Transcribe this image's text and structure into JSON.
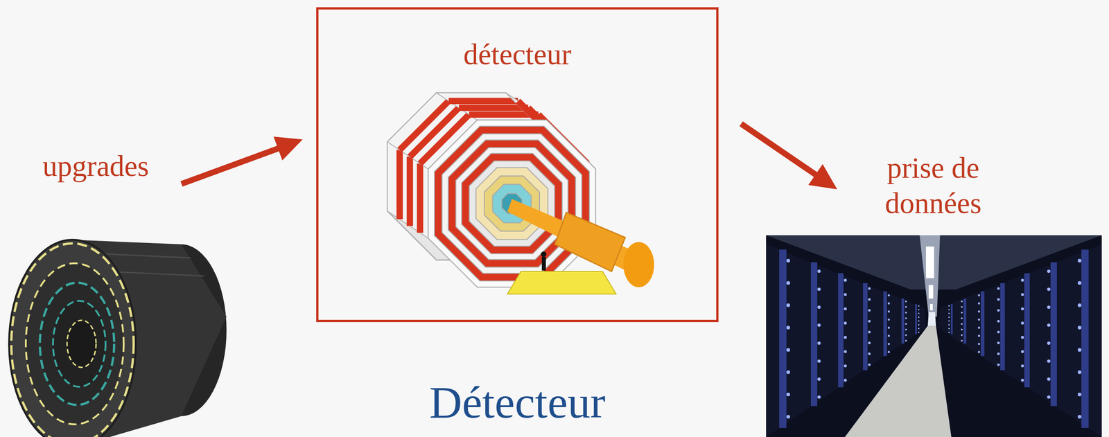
{
  "diagram": {
    "title": "Détecteur",
    "nodes": [
      {
        "text": [
          "upgrades"
        ]
      },
      {
        "text": [
          "détecteur"
        ]
      },
      {
        "text": [
          "prise de données"
        ]
      }
    ],
    "edges": [
      {
        "from": 0,
        "to": 1,
        "arrow": "to"
      },
      {
        "from": 1,
        "to": 2,
        "arrow": "to"
      }
    ]
  }
}
